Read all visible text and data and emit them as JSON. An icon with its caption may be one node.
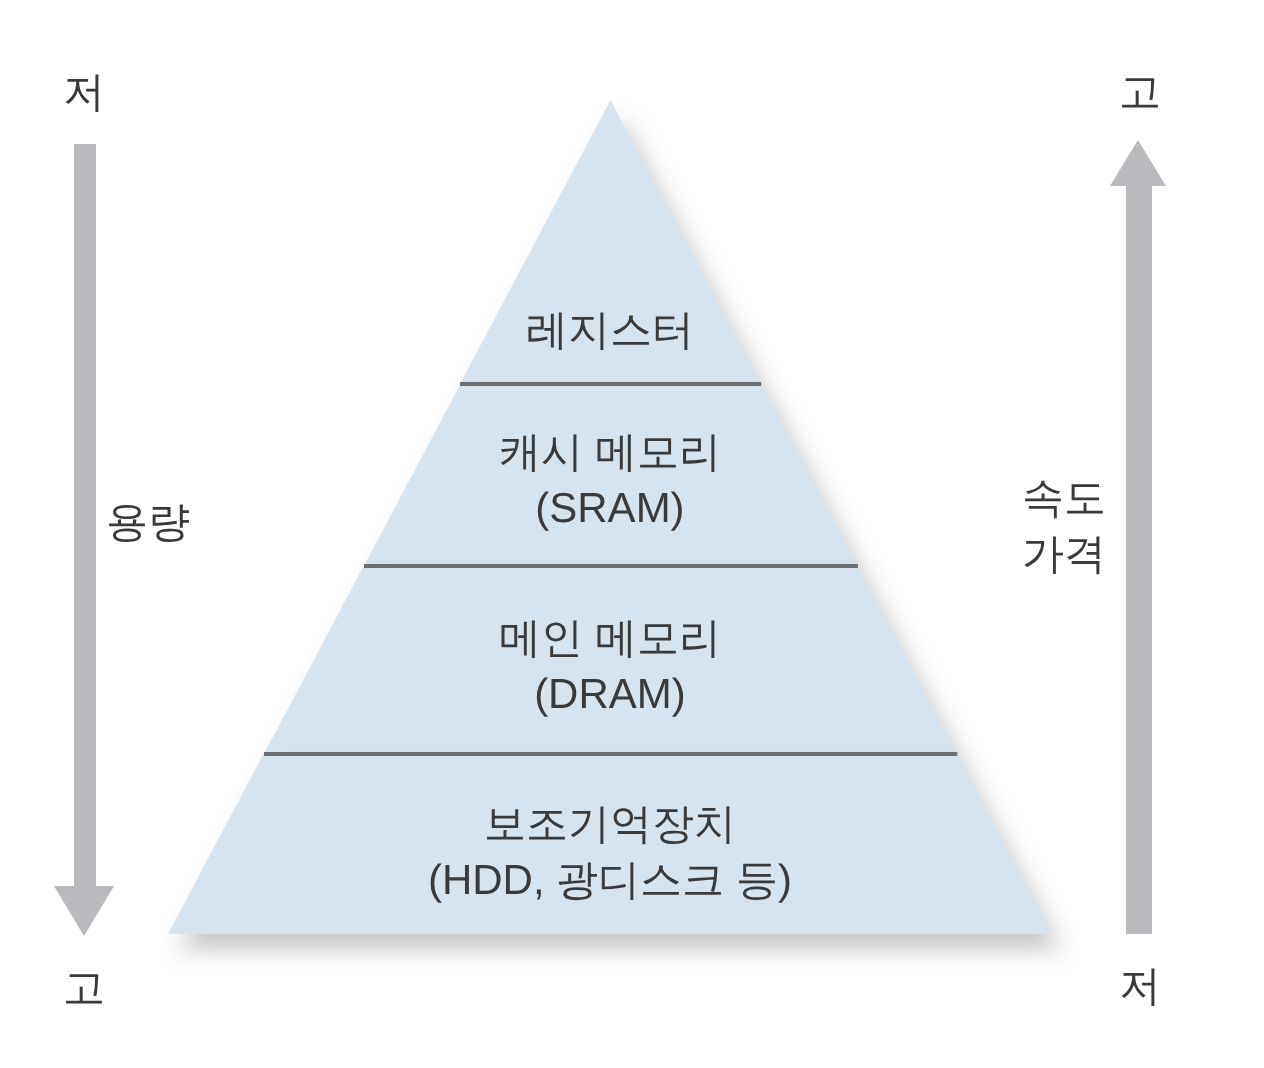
{
  "diagram": {
    "nodes": [
      {
        "text": [
          "레지스터"
        ]
      },
      {
        "text": [
          "캐시 메모리 (SRAM)"
        ]
      },
      {
        "text": [
          "메인 메모리 (DRAM)"
        ]
      },
      {
        "text": [
          "보조기억장치 (HDD, 광디스크 등)"
        ]
      }
    ],
    "labels": [
      "저",
      "고",
      "용량",
      "속도 가격",
      "고",
      "저"
    ]
  }
}
